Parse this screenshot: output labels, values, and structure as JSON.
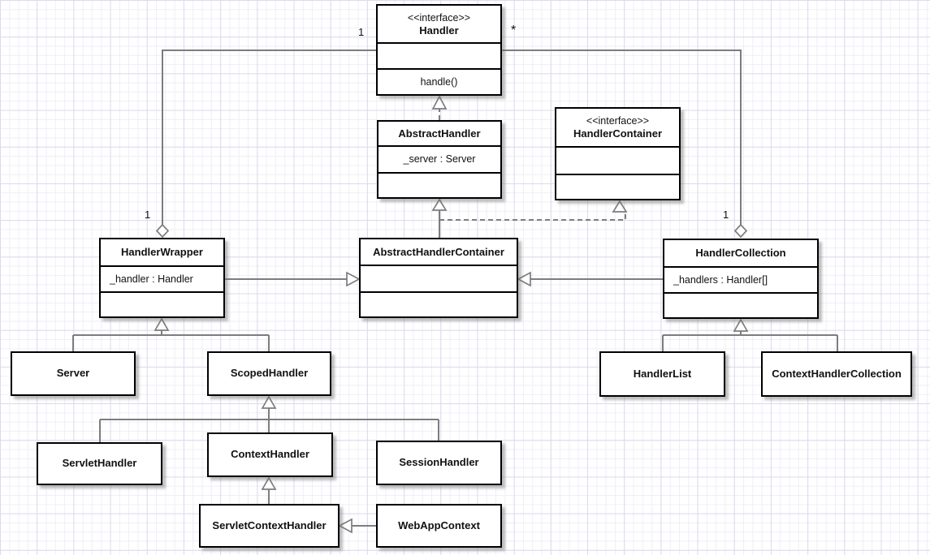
{
  "classes": {
    "handler": {
      "stereotype": "<<interface>>",
      "name": "Handler",
      "methods": "handle()"
    },
    "abstract_handler": {
      "name": "AbstractHandler",
      "attributes": "_server : Server"
    },
    "handler_container": {
      "stereotype": "<<interface>>",
      "name": "HandlerContainer"
    },
    "handler_wrapper": {
      "name": "HandlerWrapper",
      "attributes": "_handler : Handler"
    },
    "abstract_handler_container": {
      "name": "AbstractHandlerContainer"
    },
    "handler_collection": {
      "name": "HandlerCollection",
      "attributes": "_handlers : Handler[]"
    },
    "server": {
      "name": "Server"
    },
    "scoped_handler": {
      "name": "ScopedHandler"
    },
    "handler_list": {
      "name": "HandlerList"
    },
    "context_handler_collection": {
      "name": "ContextHandlerCollection"
    },
    "servlet_handler": {
      "name": "ServletHandler"
    },
    "context_handler": {
      "name": "ContextHandler"
    },
    "session_handler": {
      "name": "SessionHandler"
    },
    "servlet_context_handler": {
      "name": "ServletContextHandler"
    },
    "web_app_context": {
      "name": "WebAppContext"
    }
  },
  "multiplicities": {
    "wrapper_assoc_handler_end": "1",
    "wrapper_assoc_diamond_end": "1",
    "collection_assoc_handler_end": "*",
    "collection_assoc_diamond_end": "1"
  },
  "relationships": [
    "HandlerWrapper o-- Handler (1..1)",
    "HandlerCollection o-- Handler (1..*)",
    "AbstractHandler ..|> Handler",
    "AbstractHandlerContainer --|> AbstractHandler",
    "AbstractHandlerContainer ..|> HandlerContainer",
    "HandlerWrapper --|> AbstractHandlerContainer",
    "HandlerCollection --|> AbstractHandlerContainer",
    "Server --|> HandlerWrapper",
    "ScopedHandler --|> HandlerWrapper",
    "ServletHandler --|> ScopedHandler",
    "ContextHandler --|> ScopedHandler",
    "SessionHandler --|> ScopedHandler",
    "ServletContextHandler --|> ContextHandler",
    "WebAppContext --|> ServletContextHandler",
    "HandlerList --|> HandlerCollection",
    "ContextHandlerCollection --|> HandlerCollection"
  ],
  "colors": {
    "box_border": "#000000",
    "box_fill": "#ffffff",
    "connector_line": "#7d7d7d",
    "grid_major": "#dcdaed",
    "grid_minor": "#efeef8",
    "text": "#111111"
  }
}
